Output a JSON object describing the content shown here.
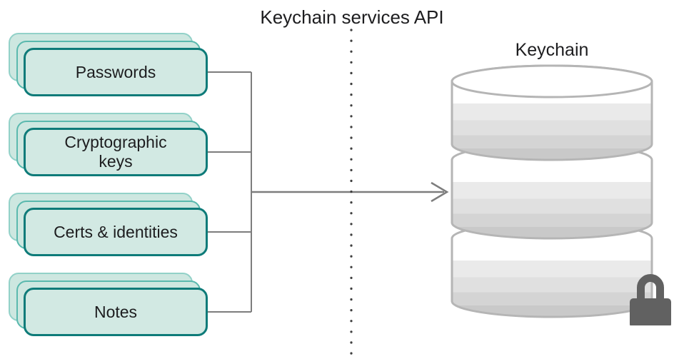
{
  "title": "Keychain services API",
  "database": {
    "label": "Keychain"
  },
  "items": [
    {
      "label": "Passwords"
    },
    {
      "label": "Cryptographic\nkeys"
    },
    {
      "label": "Certs & identities"
    },
    {
      "label": "Notes"
    }
  ],
  "colors": {
    "accent_teal_dark": "#0e7b79",
    "accent_teal_mid": "#5ab9ae",
    "accent_teal_light": "#92d1c8",
    "card_fill": "#d2e9e3",
    "card_fill_back": "#cde7e0",
    "text": "#1d1d1f",
    "line_gray": "#7d7d7d",
    "dot_gray": "#3f3f3f",
    "db_outline": "#b5b5b5",
    "lock_gray": "#616161"
  }
}
